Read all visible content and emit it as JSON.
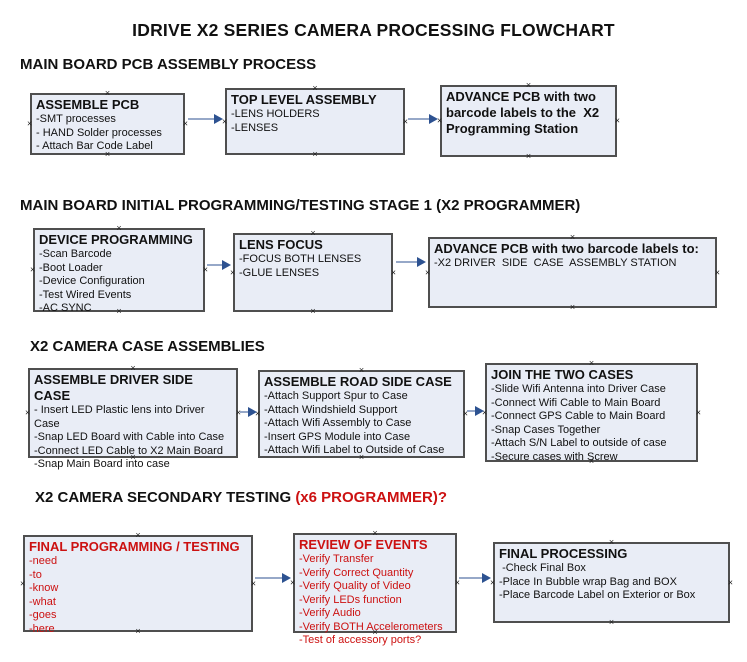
{
  "page_title": "IDRIVE X2  SERIES CAMERA PROCESSING FLOWCHART",
  "colors": {
    "box_fill": "#e9edf6",
    "box_border": "#4f4f4f",
    "arrow_line": "#96a8c8",
    "arrow_head": "#2d5291",
    "red_text": "#cc1111",
    "black_text": "#111111"
  },
  "sections": [
    {
      "heading": "MAIN BOARD PCB ASSEMBLY PROCESS",
      "heading_red": "",
      "boxes": [
        {
          "title": "ASSEMBLE PCB",
          "lines": [
            "-SMT processes",
            "- HAND Solder processes",
            "- Attach Bar Code Label"
          ]
        },
        {
          "title": "TOP LEVEL ASSEMBLY",
          "lines": [
            "-LENS HOLDERS",
            "-LENSES"
          ]
        },
        {
          "title": "ADVANCE PCB with two barcode labels to the  X2 Programming Station",
          "lines": []
        }
      ]
    },
    {
      "heading": "MAIN BOARD INITIAL PROGRAMMING/TESTING STAGE 1 (X2 PROGRAMMER)",
      "heading_red": "",
      "boxes": [
        {
          "title": "DEVICE PROGRAMMING",
          "lines": [
            "-Scan Barcode",
            "-Boot Loader",
            "-Device Configuration",
            "-Test Wired Events",
            "-AC SYNC"
          ]
        },
        {
          "title": "LENS FOCUS",
          "lines": [
            "-FOCUS BOTH LENSES",
            "-GLUE LENSES"
          ]
        },
        {
          "title": "ADVANCE PCB with two barcode labels to:",
          "lines": [
            "-X2 DRIVER  SIDE  CASE  ASSEMBLY STATION"
          ]
        }
      ]
    },
    {
      "heading": "X2 CAMERA CASE ASSEMBLIES",
      "heading_red": "",
      "boxes": [
        {
          "title": "ASSEMBLE DRIVER SIDE CASE",
          "lines": [
            "- Insert LED Plastic lens into Driver Case",
            "-Snap LED Board with Cable into Case",
            "-Connect LED Cable to X2 Main Board",
            "-Snap Main Board into case"
          ]
        },
        {
          "title": "ASSEMBLE ROAD SIDE CASE",
          "lines": [
            "-Attach Support Spur to Case",
            "-Attach Windshield Support",
            "-Attach Wifi Assembly to Case",
            "-Insert GPS Module into Case",
            "-Attach Wifi Label to Outside of Case"
          ]
        },
        {
          "title": "JOIN THE TWO CASES",
          "lines": [
            "-Slide Wifi Antenna into Driver Case",
            "-Connect Wifi Cable to Main Board",
            "-Connect GPS Cable to Main Board",
            "-Snap Cases Together",
            "-Attach S/N Label to outside of case",
            "-Secure cases with Screw"
          ]
        }
      ]
    },
    {
      "heading": "X2 CAMERA SECONDARY TESTING ",
      "heading_red": " (x6 PROGRAMMER)?",
      "boxes": [
        {
          "title": "FINAL PROGRAMMING / TESTING",
          "lines": [
            "-need",
            "-to",
            "-know",
            "-what",
            "-goes",
            "-here"
          ]
        },
        {
          "title": "REVIEW OF EVENTS",
          "lines": [
            "-Verify Transfer",
            "-Verify Correct Quantity",
            "-Verify Quality of Video",
            "-Verify LEDs function",
            "-Verify Audio",
            "-Verify BOTH Accelerometers",
            "-Test of accessory ports?"
          ]
        },
        {
          "title": "FINAL PROCESSING",
          "lines": [
            " -Check Final Box",
            "-Place In Bubble wrap Bag and BOX",
            "-Place Barcode Label on Exterior or Box"
          ]
        }
      ]
    }
  ]
}
